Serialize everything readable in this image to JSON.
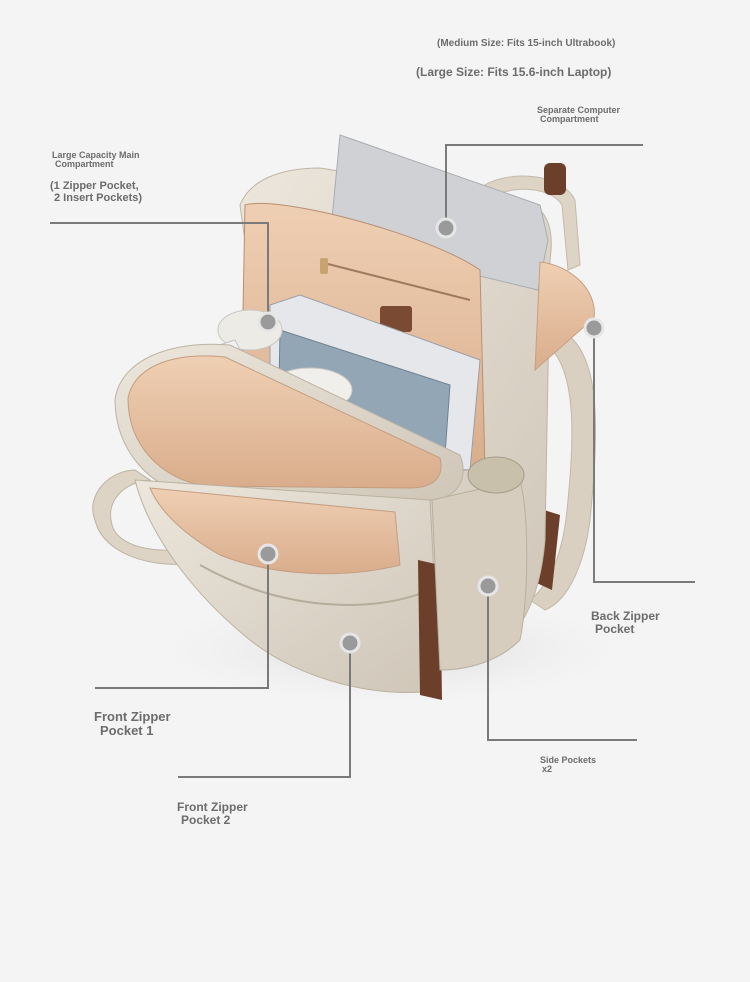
{
  "labels": {
    "medium_size": "(Medium Size: Fits 15-inch Ultrabook)",
    "large_size": "(Large Size: Fits 15.6-inch Laptop)",
    "separate_computer": [
      "Separate Computer",
      "Compartment"
    ],
    "main_compartment": [
      "Large Capacity Main",
      "Compartment"
    ],
    "main_pockets": [
      "(1 Zipper Pocket,",
      "2 Insert Pockets)"
    ],
    "back_zipper": [
      "Back Zipper",
      "Pocket"
    ],
    "front_zipper_1": [
      "Front Zipper",
      "Pocket 1"
    ],
    "side_pockets": [
      "Side Pockets",
      "x2"
    ],
    "front_zipper_2": [
      "Front Zipper",
      "Pocket 2"
    ]
  },
  "colors": {
    "background": "#f4f4f4",
    "bag_shell": "#ddd5c8",
    "bag_lining": "#e7c3a5",
    "leather_trim": "#6b3f2a",
    "callout_line": "#7a7a7a",
    "callout_dot": "#9a9a9a",
    "laptop": "#cfd1d4"
  }
}
